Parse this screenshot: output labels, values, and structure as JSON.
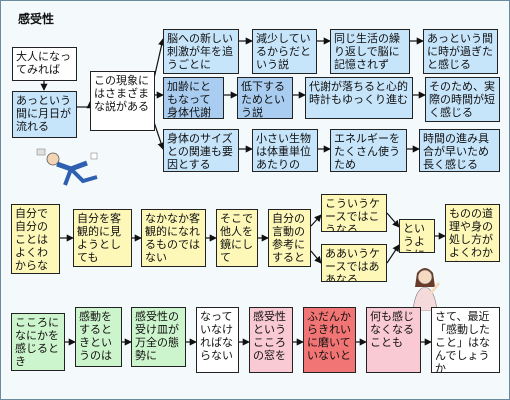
{
  "title": "感受性",
  "boxes": {
    "b1": "大人になってみれば",
    "b2": "あっという間に月日が流れる",
    "b3": "この現象にはさまざまな説がある",
    "b4": "脳への新しい刺激が年を追うごとに",
    "b5": "減少しているからだという説",
    "b6": "同じ生活の繰り返しで脳に記憶されず",
    "b7": "あっという間に時が過ぎたと感じる",
    "b8": "加齢にともなって身体代謝が",
    "b9": "低下するためという説",
    "b10": "代謝が落ちると心的時計もゆっくり進む",
    "b11": "そのため、実際の時間が短く感じる",
    "b12": "身体のサイズとの関連も要因とする",
    "b13": "小さい生物は体重単位あたりの",
    "b14": "エネルギーをたくさん使うため",
    "b15": "時間の進み具合が早いため長く感じる",
    "c1": "自分で自分のことはよくわからない",
    "c2": "自分を客観的に見ようとしても",
    "c3": "なかなか客観的になれるものではない",
    "c4": "そこで他人を鏡にして",
    "c5": "自分の言動の参考にすると",
    "c6": "こういうケースではこうなる",
    "c7": "ああいうケースではああなる",
    "c8": "というように",
    "c9": "ものの道理や身の処し方がよくわかる",
    "d1": "こころになにかを感じるとき",
    "d2": "感動をするときというのは",
    "d3": "感受性の受け皿が万全の態勢に",
    "d4": "なっていなければならない",
    "d5": "感受性というこころの窓を",
    "d6": "ふだんからきれいに磨いていないと",
    "d7": "何も感じなくなることも",
    "d8": "さて、最近「感動したこと」はなんでしょうか"
  }
}
